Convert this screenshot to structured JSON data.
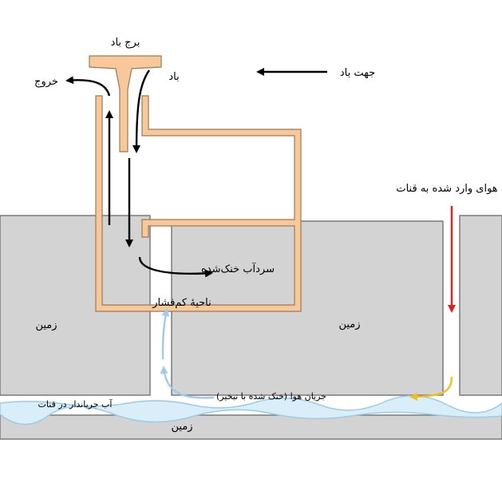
{
  "labels": {
    "wind_tower": "برج باد",
    "exit": "خروج",
    "wind": "باد",
    "wind_direction": "جهت باد",
    "inlet_air": "هوای وارد شده به قنات",
    "cooled_basement": "سردآب خنک‌شده",
    "low_pressure_zone": "ناحیهٔ کم‌فشار",
    "ground_left": "زمین",
    "ground_middle": "زمین",
    "ground_bottom": "زمین",
    "air_flow": "جریان هوا (خنک شده با تبخیر)",
    "qanat_water": "آب جریاندار در قنات"
  },
  "colors": {
    "ground_fill": "#d3d3d3",
    "ground_stroke": "#7a7a7a",
    "building_fill": "#f8c89a",
    "building_stroke": "#9a7a55",
    "water_fill": "#d9eef8",
    "water_stroke": "#9ccbe6",
    "arrow_black": "#000000",
    "arrow_red": "#e02020",
    "arrow_yellow": "#f0c020",
    "arrow_blue": "#9fcbe8"
  }
}
